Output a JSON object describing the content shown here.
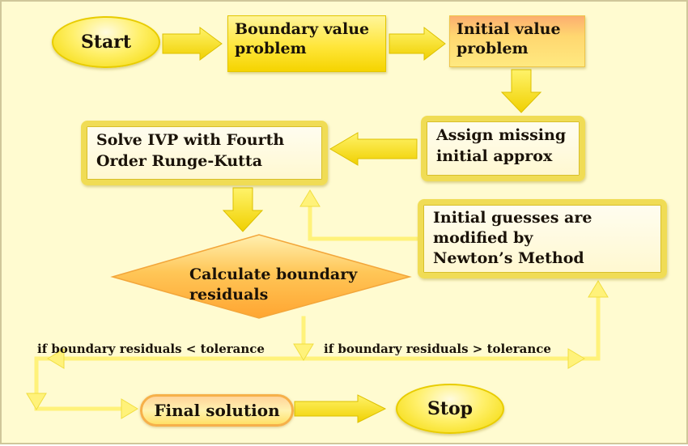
{
  "nodes": {
    "start": "Start",
    "bvp": "Boundary value\nproblem",
    "ivp": "Initial value\nproblem",
    "assign": "Assign missing\ninitial approx",
    "solve": "Solve IVP with Fourth\nOrder Runge-Kutta",
    "residuals": "Calculate boundary\nresiduals",
    "newton": "Initial guesses are\nmodified by\nNewton’s Method",
    "final": "Final solution",
    "stop": "Stop"
  },
  "conditions": {
    "less": "if  boundary residuals < tolerance",
    "greater": "if  boundary residuals > tolerance"
  },
  "colors": {
    "background": "#fffbd0",
    "box_yellow": "#ffe63a",
    "arrow_fill": "#f3d800",
    "diamond": "#ffb444",
    "connector": "#fff27a"
  }
}
